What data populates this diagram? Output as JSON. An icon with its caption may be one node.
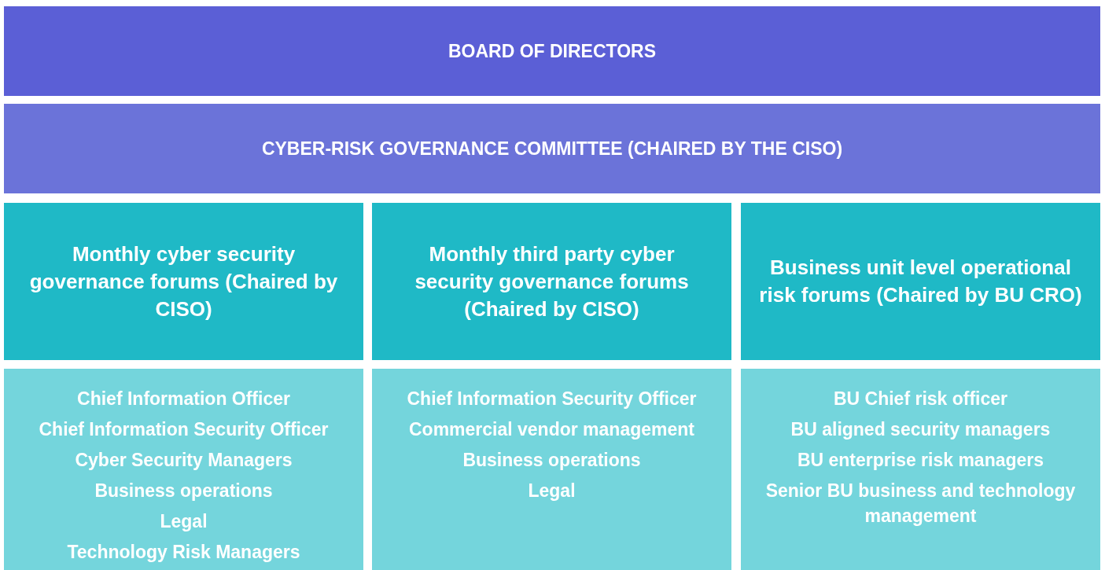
{
  "diagram": {
    "nodes": [
      {
        "text": [
          "BOARD OF DIRECTORS"
        ]
      },
      {
        "text": [
          "CYBER-RISK GOVERNANCE COMMITTEE (CHAIRED BY THE CISO)"
        ]
      },
      {
        "text": [
          "Monthly cyber security governance forums (Chaired by CISO)"
        ]
      },
      {
        "text": [
          "Monthly third party cyber security governance forums (Chaired by CISO)"
        ]
      },
      {
        "text": [
          "Business unit level operational risk forums (Chaired by BU CRO)"
        ]
      },
      {
        "text": [
          "Chief Information Officer",
          "Chief Information Security Officer",
          "Cyber Security Managers",
          "Business operations",
          "Legal",
          "Technology Risk Managers"
        ]
      },
      {
        "text": [
          "Chief Information Security Officer",
          "Commercial vendor management",
          "Business operations",
          "Legal"
        ]
      },
      {
        "text": [
          "BU Chief risk officer",
          "BU aligned security managers",
          "BU enterprise risk managers",
          "Senior BU business and technology management"
        ]
      }
    ],
    "edges": []
  }
}
